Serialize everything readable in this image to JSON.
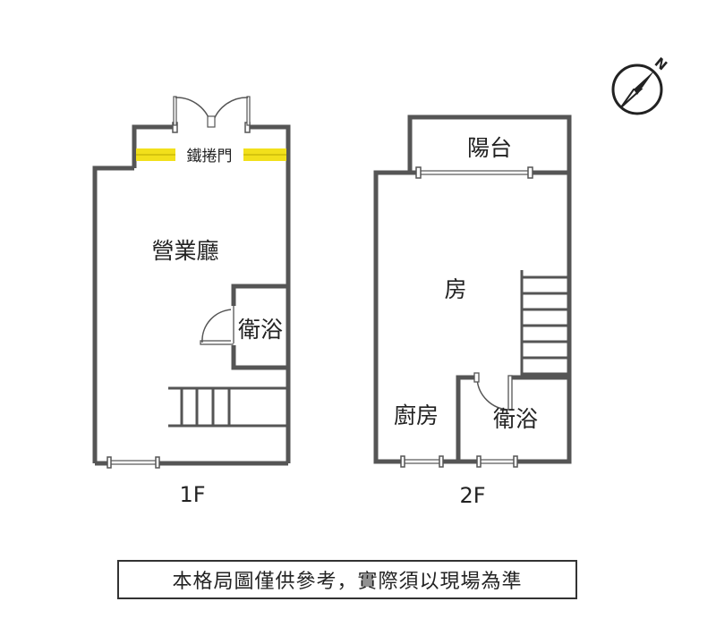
{
  "compass": {
    "north_label": "N",
    "icon": "compass-icon"
  },
  "floor1": {
    "label": "1F",
    "rooms": {
      "shutter_door": "鐵捲門",
      "lobby": "營業廳",
      "bathroom": "衛浴"
    }
  },
  "floor2": {
    "label": "2F",
    "rooms": {
      "balcony": "陽台",
      "bedroom": "房",
      "kitchen": "廚房",
      "bathroom": "衛浴"
    }
  },
  "colors": {
    "wall": "#555555",
    "shutter": "#f2e01b"
  },
  "disclaimer": "本格局圖僅供參考，實際須以現場為準"
}
